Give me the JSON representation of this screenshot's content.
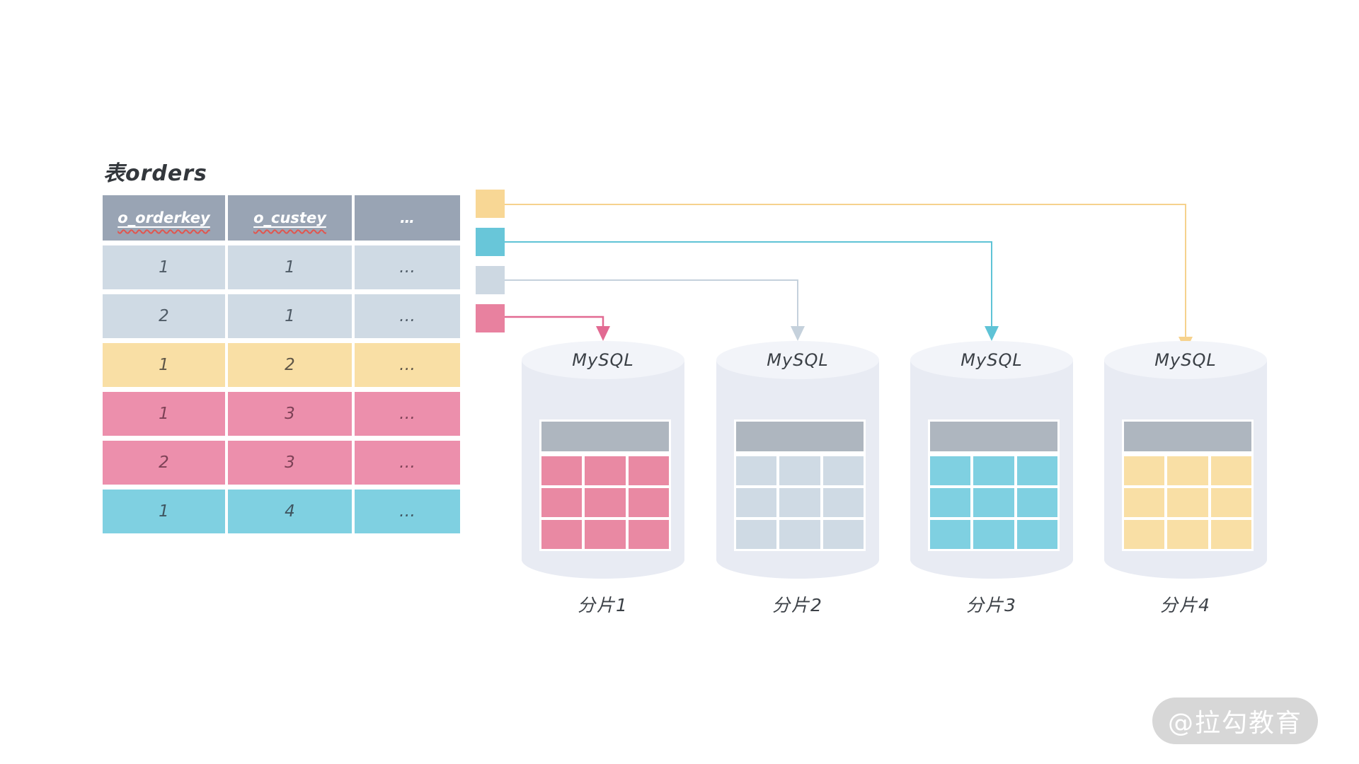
{
  "title": "表orders",
  "table": {
    "header_bg": "#99a4b4",
    "headers": [
      {
        "label": "o_orderkey"
      },
      {
        "label": "o_custey"
      },
      {
        "label": "…"
      }
    ],
    "rows": [
      {
        "cells": [
          "1",
          "1",
          "…"
        ],
        "bg": "#cfdae4",
        "text_color": "#4f5b66"
      },
      {
        "cells": [
          "2",
          "1",
          "…"
        ],
        "bg": "#cfdae4",
        "text_color": "#4f5b66"
      },
      {
        "cells": [
          "1",
          "2",
          "…"
        ],
        "bg": "#f9dfa5",
        "text_color": "#5f5647"
      },
      {
        "cells": [
          "1",
          "3",
          "…"
        ],
        "bg": "#ec8fac",
        "text_color": "#7d4156"
      },
      {
        "cells": [
          "2",
          "3",
          "…"
        ],
        "bg": "#ec8fac",
        "text_color": "#7d4156"
      },
      {
        "cells": [
          "1",
          "4",
          "…"
        ],
        "bg": "#7fd0e1",
        "text_color": "#3f5560"
      }
    ]
  },
  "legend": [
    {
      "name": "yellow",
      "swatch": "#f8d795",
      "line": "#f6d28d",
      "target": "分片4"
    },
    {
      "name": "cyan",
      "swatch": "#68c6d9",
      "line": "#5fc3d6",
      "target": "分片3"
    },
    {
      "name": "gray",
      "swatch": "#cdd8e2",
      "line": "#c5d1dc",
      "target": "分片2"
    },
    {
      "name": "pink",
      "swatch": "#e8819f",
      "line": "#e26a92",
      "target": "分片1"
    }
  ],
  "shards": [
    {
      "db_label": "MySQL",
      "caption": "分片1",
      "cell_color": "#e989a3"
    },
    {
      "db_label": "MySQL",
      "caption": "分片2",
      "cell_color": "#cfdae4"
    },
    {
      "db_label": "MySQL",
      "caption": "分片3",
      "cell_color": "#7fd0e1"
    },
    {
      "db_label": "MySQL",
      "caption": "分片4",
      "cell_color": "#f9dfa5"
    }
  ],
  "cylinder": {
    "body": "#e8ebf3",
    "top": "#f2f4f9",
    "mini_header": "#aeb6bf"
  },
  "underline_wavy_color": "#e0564f",
  "watermark": {
    "label": "@拉勾教育",
    "bg": "#d4d4d4",
    "text_color": "#ffffff"
  }
}
